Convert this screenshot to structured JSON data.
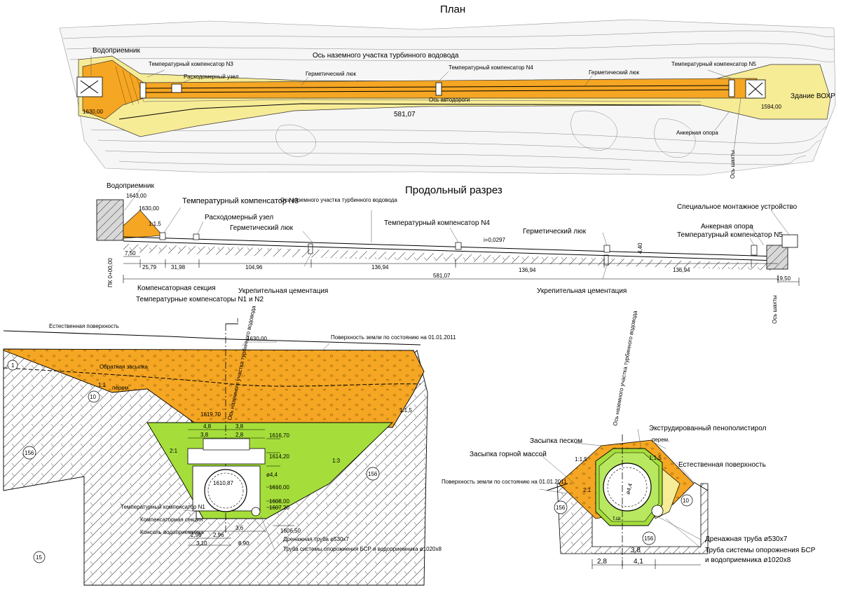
{
  "colors": {
    "orange": "#f5a623",
    "yellow": "#f7ec96",
    "green": "#a5de3a",
    "gray": "#c8c8c8",
    "red_line": "#dd2222"
  },
  "plan": {
    "title": "План",
    "labels": {
      "vodopriemnik": "Водоприемник",
      "comp_n3": "Температурный компенсатор N3",
      "rashodomer": "Расходомерный узел",
      "axis_ground": "Ось наземного участка турбинного водовода",
      "germ_lyuk_1": "Герметический люк",
      "comp_n4": "Температурный компенсатор N4",
      "germ_lyuk_2": "Герметический люк",
      "comp_n5": "Температурный компенсатор N5",
      "axis_road": "Ось автодороги",
      "len_581": "581,07",
      "elev_1630": "1630,00",
      "elev_1594": "1594,00",
      "building": "Здание ВОХР",
      "anchor": "Анкерная опора",
      "shaft_axis": "Ось шахты"
    }
  },
  "profile": {
    "title": "Продольный разрез",
    "labels": {
      "vodopriemnik": "Водоприемник",
      "elev_1643": "1643,00",
      "elev_1630": "1630,00",
      "comp_n3": "Температурный компенсатор N3",
      "axis_ground": "Ось наземного участка турбинного водовода",
      "rashodomer": "Расходомерный узел",
      "germ_lyuk_1": "Герметический люк",
      "comp_n4": "Температурный компенсатор N4",
      "slope": "i=0,0297",
      "germ_lyuk_2": "Герметический люк",
      "special_device": "Специальное монтажное устройство",
      "anchor": "Анкерная опора",
      "comp_n5": "Температурный компенсатор N5",
      "height_440": "4,40",
      "slope_115": "1:1,5",
      "comp_section": "Компенсаторная секция",
      "comp_n1_n2": "Температурные компенсаторы N1 и N2",
      "ukrep_1": "Укрепительная цементация",
      "ukrep_2": "Укрепительная цементация",
      "shaft_axis": "Ось шахты",
      "side_label": "ПК 0+00,00"
    },
    "dims": [
      "7,50",
      "25,79",
      "31,98",
      "104,96",
      "136,94",
      "136,94",
      "136,94",
      "581,07",
      "19,50"
    ]
  },
  "section_left": {
    "labels": {
      "natural_surface": "Естественная поверхность",
      "section_mark": "I",
      "elev_1630": "1630,00",
      "ground_2011": "Поверхность земли по состоянию на 01.01.2011",
      "backfill": "Обратная засыпка",
      "axis_ground": "Ось наземного участка турбинного водовода",
      "per": "перем.",
      "elev_1619": "1619,70",
      "d_48": "4,8",
      "d_38a": "3,8",
      "d_38b": "3,8",
      "d_28": "2,8",
      "elev_1616": "1616,70",
      "elev_1614": "1614,20",
      "d_44": "ø4,4",
      "elev_1610_87": "1610,87",
      "elev_1610": "1610,00",
      "elev_1608": "1608,00",
      "elev_1607": "1607,20",
      "elev_1606": "1606,50",
      "comp_n1": "Температурный компенсатор N1",
      "comp_section": "Компенсаторная секция",
      "console": "Консоль водоприемника",
      "drain": "Дренажная труба ø530х7",
      "bsr_pipe": "Труба системы опорожнения БСР и водоприемника ø1020х8",
      "d_296a": "2,96",
      "d_296b": "2,96",
      "d_36": "3,6",
      "d_310": "3,10",
      "d_890": "8,90",
      "slope_11": "1:1",
      "slope_21": "2:1",
      "slope_13": "1:3",
      "slope_115": "1:1,5",
      "soil_1": "1",
      "soil_10": "10",
      "soil_15": "15",
      "soil_156a": "156",
      "soil_156b": "156"
    }
  },
  "section_right": {
    "labels": {
      "axis_ground": "Ось наземного участка турбинного водовода",
      "sand": "Засыпка песком",
      "xps": "Экструдированный пенополистирол",
      "per": "перем.",
      "rock": "Засыпка горной массой",
      "natural_surface": "Естественная поверхность",
      "ground_2011": "Поверхность земли по состоянию на 01.01.2011",
      "slope_a": "1:1,5",
      "slope_b": "1:1,5",
      "d_44": "ø4,4",
      "t_sh": "т.ш",
      "soil_156a": "156",
      "soil_156b": "156",
      "soil_10": "10",
      "slope_21": "2:1",
      "drain": "Дренажная труба ø530х7",
      "bsr_pipe_1": "Труба системы опорожнения БСР",
      "bsr_pipe_2": "и водоприемника ø1020х8",
      "d_38": "3,8",
      "d_28": "2,8",
      "d_41": "4,1"
    }
  }
}
